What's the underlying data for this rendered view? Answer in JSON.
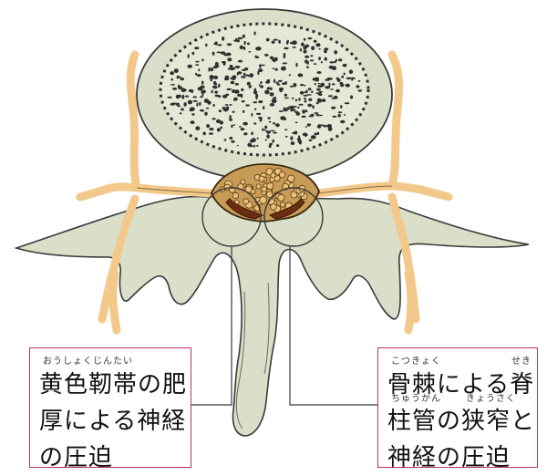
{
  "labels": {
    "left": {
      "ruby": "おうしょくじんたい",
      "lines": [
        "黄色靭帯の肥",
        "厚による神経",
        "の圧迫"
      ]
    },
    "right": {
      "ruby_a": "こつきょく",
      "ruby_b": "せき",
      "ruby_c": "ちゅうかん",
      "ruby_d": "きょうさく",
      "lines": [
        "骨棘による脊",
        "柱管の狭窄と",
        "神経の圧迫"
      ]
    }
  },
  "colors": {
    "bone": "#d9dfc9",
    "nerve": "#f2c98a",
    "outline": "#3a3a3a",
    "accent": "#b8326e"
  }
}
